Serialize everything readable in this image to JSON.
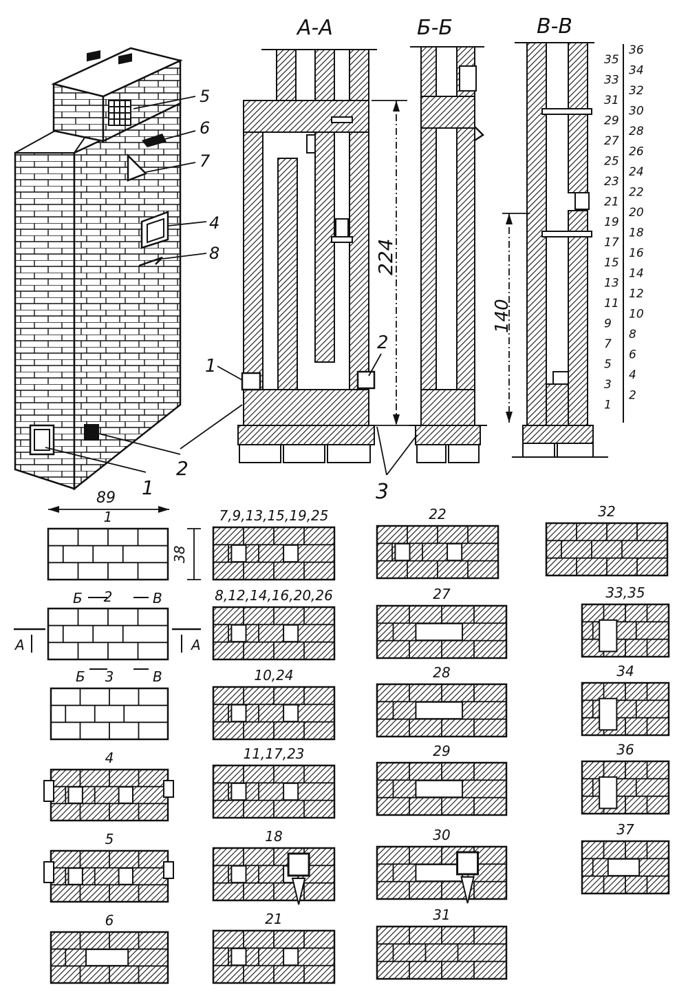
{
  "sections": {
    "a": "А-А",
    "b": "Б-Б",
    "v": "В-В"
  },
  "dimensions": {
    "height_total": "224",
    "height_lower": "140",
    "width": "89",
    "depth": "38"
  },
  "callouts": [
    "1",
    "2",
    "3",
    "4",
    "5",
    "6",
    "7",
    "8"
  ],
  "row_scale": {
    "left": [
      "35",
      "33",
      "31",
      "29",
      "27",
      "25",
      "23",
      "21",
      "19",
      "17",
      "15",
      "13",
      "11",
      "9",
      "7",
      "5",
      "3",
      "1"
    ],
    "right": [
      "36",
      "34",
      "32",
      "30",
      "28",
      "26",
      "24",
      "22",
      "20",
      "18",
      "16",
      "14",
      "12",
      "10",
      "8",
      "6",
      "4",
      "2"
    ]
  },
  "courses": [
    {
      "id": "c1",
      "label": "1"
    },
    {
      "id": "c2",
      "label": "2"
    },
    {
      "id": "c3",
      "label": "3"
    },
    {
      "id": "c4",
      "label": "4"
    },
    {
      "id": "c5",
      "label": "5"
    },
    {
      "id": "c6",
      "label": "6"
    },
    {
      "id": "c7",
      "label": "7,9,13,15,19,25"
    },
    {
      "id": "c8",
      "label": "8,12,14,16,20,26"
    },
    {
      "id": "c10",
      "label": "10,24"
    },
    {
      "id": "c11",
      "label": "11,17,23"
    },
    {
      "id": "c18",
      "label": "18"
    },
    {
      "id": "c21",
      "label": "21"
    },
    {
      "id": "c22",
      "label": "22"
    },
    {
      "id": "c27",
      "label": "27"
    },
    {
      "id": "c28",
      "label": "28"
    },
    {
      "id": "c29",
      "label": "29"
    },
    {
      "id": "c30",
      "label": "30"
    },
    {
      "id": "c31",
      "label": "31"
    },
    {
      "id": "c32",
      "label": "32"
    },
    {
      "id": "c33",
      "label": "33,35"
    },
    {
      "id": "c34",
      "label": "34"
    },
    {
      "id": "c36",
      "label": "36"
    },
    {
      "id": "c37",
      "label": "37"
    }
  ],
  "plan_markers": {
    "b": "Б",
    "v": "В",
    "a": "А"
  }
}
